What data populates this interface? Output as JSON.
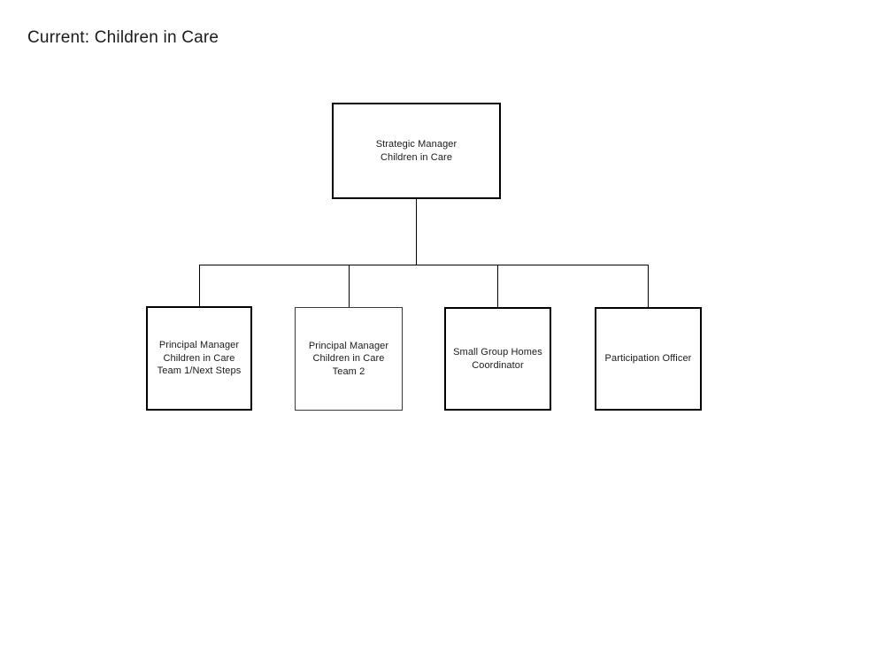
{
  "page": {
    "title": "Current: Children in Care"
  },
  "org_chart": {
    "type": "org-chart",
    "root": {
      "label": "Strategic Manager\nChildren in Care",
      "emphasized_border": true
    },
    "children": [
      {
        "label": "Principal Manager\nChildren in Care\nTeam 1/Next Steps",
        "emphasized_border": true
      },
      {
        "label": "Principal Manager\nChildren in Care\nTeam 2",
        "emphasized_border": false
      },
      {
        "label": "Small Group Homes\nCoordinator",
        "emphasized_border": true
      },
      {
        "label": "Participation Officer",
        "emphasized_border": true
      }
    ],
    "colors": {
      "connector_line": "#000000",
      "box_border_thick": "#000000",
      "box_border_thin": "#3a3a3a",
      "text": "#1a1a1a",
      "background": "#ffffff"
    }
  }
}
